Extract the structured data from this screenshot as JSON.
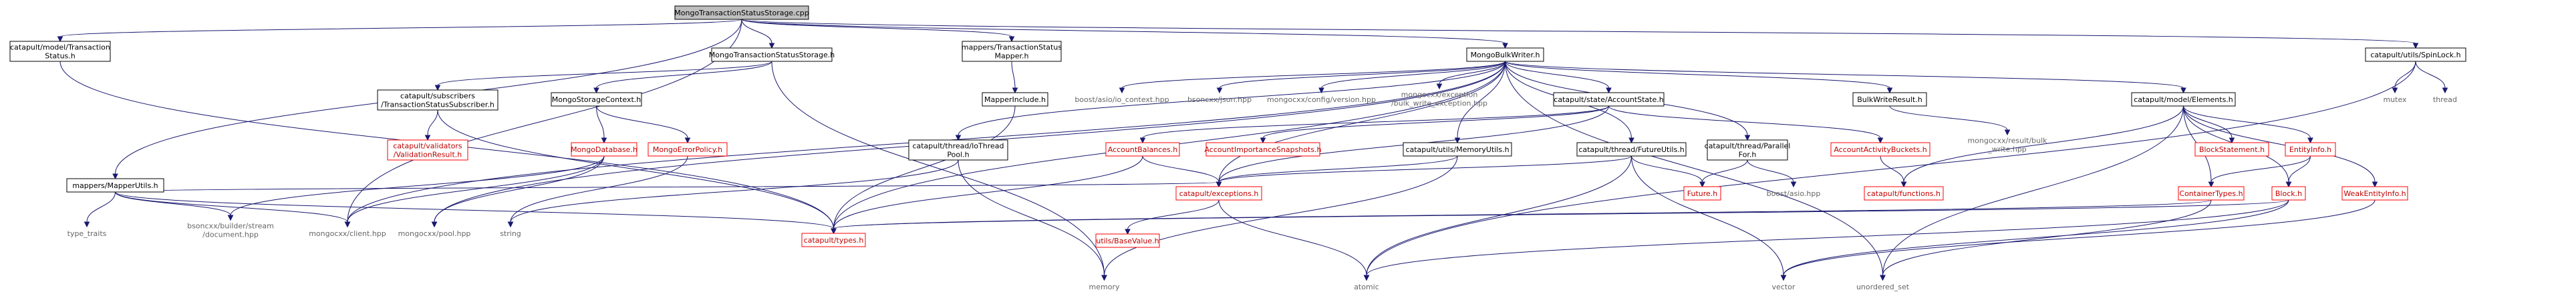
{
  "colors": {
    "edge": "#191970",
    "highlight_fill": "#bfbfbf",
    "missing_border": "#ff0000",
    "system_text": "#666666"
  },
  "nodes": {
    "root": {
      "lines": [
        "MongoTransactionStatusStorage.cpp"
      ],
      "style": "hl"
    },
    "tx_status": {
      "lines": [
        "catapult/model/Transaction",
        "Status.h"
      ],
      "style": "norm"
    },
    "mapper_utils": {
      "lines": [
        "mappers/MapperUtils.h"
      ],
      "style": "norm"
    },
    "mtss_h": {
      "lines": [
        "MongoTransactionStatusStorage.h"
      ],
      "style": "norm"
    },
    "tsm_h": {
      "lines": [
        "mappers/TransactionStatus",
        "Mapper.h"
      ],
      "style": "norm"
    },
    "bulk_writer": {
      "lines": [
        "MongoBulkWriter.h"
      ],
      "style": "norm"
    },
    "spinlock": {
      "lines": [
        "catapult/utils/SpinLock.h"
      ],
      "style": "norm"
    },
    "ts_subscriber": {
      "lines": [
        "catapult/subscribers",
        "/TransactionStatusSubscriber.h"
      ],
      "style": "norm"
    },
    "storage_ctx": {
      "lines": [
        "MongoStorageContext.h"
      ],
      "style": "norm"
    },
    "mapper_include": {
      "lines": [
        "MapperInclude.h"
      ],
      "style": "norm"
    },
    "io_context": {
      "lines": [
        "boost/asio/io_context.hpp"
      ],
      "style": "grey"
    },
    "json": {
      "lines": [
        "bsoncxx/json.hpp"
      ],
      "style": "grey"
    },
    "config_version": {
      "lines": [
        "mongocxx/config/version.hpp"
      ],
      "style": "grey"
    },
    "bulk_exception": {
      "lines": [
        "mongocxx/exception",
        "/bulk_write_exception.hpp"
      ],
      "style": "grey"
    },
    "account_state": {
      "lines": [
        "catapult/state/AccountState.h"
      ],
      "style": "norm"
    },
    "bulk_result": {
      "lines": [
        "BulkWriteResult.h"
      ],
      "style": "norm"
    },
    "elements": {
      "lines": [
        "catapult/model/Elements.h"
      ],
      "style": "norm"
    },
    "mutex": {
      "lines": [
        "mutex"
      ],
      "style": "grey"
    },
    "thread": {
      "lines": [
        "thread"
      ],
      "style": "grey"
    },
    "validation_result": {
      "lines": [
        "catapult/validators",
        "/ValidationResult.h"
      ],
      "style": "red"
    },
    "mongo_database": {
      "lines": [
        "MongoDatabase.h"
      ],
      "style": "red"
    },
    "error_policy": {
      "lines": [
        "MongoErrorPolicy.h"
      ],
      "style": "red"
    },
    "io_thread_pool": {
      "lines": [
        "catapult/thread/IoThread",
        "Pool.h"
      ],
      "style": "norm"
    },
    "account_balances": {
      "lines": [
        "AccountBalances.h"
      ],
      "style": "red"
    },
    "importance_snapshots": {
      "lines": [
        "AccountImportanceSnapshots.h"
      ],
      "style": "red"
    },
    "memory_utils": {
      "lines": [
        "catapult/utils/MemoryUtils.h"
      ],
      "style": "norm"
    },
    "future_utils": {
      "lines": [
        "catapult/thread/FutureUtils.h"
      ],
      "style": "norm"
    },
    "parallel_for": {
      "lines": [
        "catapult/thread/Parallel",
        "For.h"
      ],
      "style": "norm"
    },
    "activity_buckets": {
      "lines": [
        "AccountActivityBuckets.h"
      ],
      "style": "red"
    },
    "result_bulk_write": {
      "lines": [
        "mongocxx/result/bulk",
        "_write.hpp"
      ],
      "style": "grey"
    },
    "block_statement": {
      "lines": [
        "BlockStatement.h"
      ],
      "style": "red"
    },
    "entity_info": {
      "lines": [
        "EntityInfo.h"
      ],
      "style": "red"
    },
    "type_traits": {
      "lines": [
        "type_traits"
      ],
      "style": "grey"
    },
    "bsoncxx_doc": {
      "lines": [
        "bsoncxx/builder/stream",
        "/document.hpp"
      ],
      "style": "grey"
    },
    "client": {
      "lines": [
        "mongocxx/client.hpp"
      ],
      "style": "grey"
    },
    "pool": {
      "lines": [
        "mongocxx/pool.hpp"
      ],
      "style": "grey"
    },
    "string": {
      "lines": [
        "string"
      ],
      "style": "grey"
    },
    "exceptions": {
      "lines": [
        "catapult/exceptions.h"
      ],
      "style": "red"
    },
    "future": {
      "lines": [
        "Future.h"
      ],
      "style": "red"
    },
    "boost_asio": {
      "lines": [
        "boost/asio.hpp"
      ],
      "style": "grey"
    },
    "functions": {
      "lines": [
        "catapult/functions.h"
      ],
      "style": "red"
    },
    "container_types": {
      "lines": [
        "ContainerTypes.h"
      ],
      "style": "red"
    },
    "block": {
      "lines": [
        "Block.h"
      ],
      "style": "red"
    },
    "weak_entity_info": {
      "lines": [
        "WeakEntityInfo.h"
      ],
      "style": "red"
    },
    "types": {
      "lines": [
        "catapult/types.h"
      ],
      "style": "red"
    },
    "base_value": {
      "lines": [
        "utils/BaseValue.h"
      ],
      "style": "red"
    },
    "memory": {
      "lines": [
        "memory"
      ],
      "style": "grey"
    },
    "atomic": {
      "lines": [
        "atomic"
      ],
      "style": "grey"
    },
    "vector": {
      "lines": [
        "vector"
      ],
      "style": "grey"
    },
    "unordered_set": {
      "lines": [
        "unordered_set"
      ],
      "style": "grey"
    }
  },
  "edges": [
    [
      "root",
      "tx_status"
    ],
    [
      "root",
      "mapper_utils"
    ],
    [
      "root",
      "mtss_h"
    ],
    [
      "root",
      "tsm_h"
    ],
    [
      "root",
      "bulk_writer"
    ],
    [
      "root",
      "spinlock"
    ],
    [
      "root",
      "client"
    ],
    [
      "tx_status",
      "types"
    ],
    [
      "mapper_utils",
      "type_traits"
    ],
    [
      "mapper_utils",
      "bsoncxx_doc"
    ],
    [
      "mapper_utils",
      "client"
    ],
    [
      "mapper_utils",
      "types"
    ],
    [
      "mapper_utils",
      "exceptions"
    ],
    [
      "mtss_h",
      "ts_subscriber"
    ],
    [
      "mtss_h",
      "storage_ctx"
    ],
    [
      "mtss_h",
      "memory"
    ],
    [
      "tsm_h",
      "mapper_include"
    ],
    [
      "ts_subscriber",
      "validation_result"
    ],
    [
      "ts_subscriber",
      "types"
    ],
    [
      "storage_ctx",
      "mongo_database"
    ],
    [
      "storage_ctx",
      "error_policy"
    ],
    [
      "mongo_database",
      "bsoncxx_doc"
    ],
    [
      "mongo_database",
      "client"
    ],
    [
      "mongo_database",
      "pool"
    ],
    [
      "error_policy",
      "string"
    ],
    [
      "mapper_include",
      "types"
    ],
    [
      "bulk_writer",
      "io_context"
    ],
    [
      "bulk_writer",
      "json"
    ],
    [
      "bulk_writer",
      "config_version"
    ],
    [
      "bulk_writer",
      "bulk_exception"
    ],
    [
      "bulk_writer",
      "account_state"
    ],
    [
      "bulk_writer",
      "bulk_result"
    ],
    [
      "bulk_writer",
      "elements"
    ],
    [
      "bulk_writer",
      "io_thread_pool"
    ],
    [
      "bulk_writer",
      "memory_utils"
    ],
    [
      "bulk_writer",
      "future_utils"
    ],
    [
      "bulk_writer",
      "parallel_for"
    ],
    [
      "bulk_writer",
      "exceptions"
    ],
    [
      "bulk_writer",
      "types"
    ],
    [
      "bulk_writer",
      "client"
    ],
    [
      "bulk_writer",
      "pool"
    ],
    [
      "bulk_writer",
      "unordered_set"
    ],
    [
      "account_state",
      "account_balances"
    ],
    [
      "account_state",
      "importance_snapshots"
    ],
    [
      "account_state",
      "activity_buckets"
    ],
    [
      "account_state",
      "exceptions"
    ],
    [
      "bulk_result",
      "result_bulk_write"
    ],
    [
      "io_thread_pool",
      "string"
    ],
    [
      "io_thread_pool",
      "memory"
    ],
    [
      "account_balances",
      "exceptions"
    ],
    [
      "account_balances",
      "types"
    ],
    [
      "memory_utils",
      "exceptions"
    ],
    [
      "memory_utils",
      "memory"
    ],
    [
      "future_utils",
      "exceptions"
    ],
    [
      "future_utils",
      "future"
    ],
    [
      "future_utils",
      "atomic"
    ],
    [
      "future_utils",
      "vector"
    ],
    [
      "parallel_for",
      "future"
    ],
    [
      "parallel_for",
      "boost_asio"
    ],
    [
      "activity_buckets",
      "functions"
    ],
    [
      "exceptions",
      "base_value"
    ],
    [
      "exceptions",
      "atomic"
    ],
    [
      "elements",
      "block_statement"
    ],
    [
      "elements",
      "entity_info"
    ],
    [
      "elements",
      "container_types"
    ],
    [
      "elements",
      "block"
    ],
    [
      "elements",
      "weak_entity_info"
    ],
    [
      "elements",
      "functions"
    ],
    [
      "elements",
      "unordered_set"
    ],
    [
      "entity_info",
      "container_types"
    ],
    [
      "entity_info",
      "block"
    ],
    [
      "container_types",
      "types"
    ],
    [
      "container_types",
      "unordered_set"
    ],
    [
      "block",
      "types"
    ],
    [
      "block",
      "vector"
    ],
    [
      "block",
      "atomic"
    ],
    [
      "weak_entity_info",
      "vector"
    ],
    [
      "spinlock",
      "mutex"
    ],
    [
      "spinlock",
      "thread"
    ],
    [
      "spinlock",
      "atomic"
    ]
  ]
}
